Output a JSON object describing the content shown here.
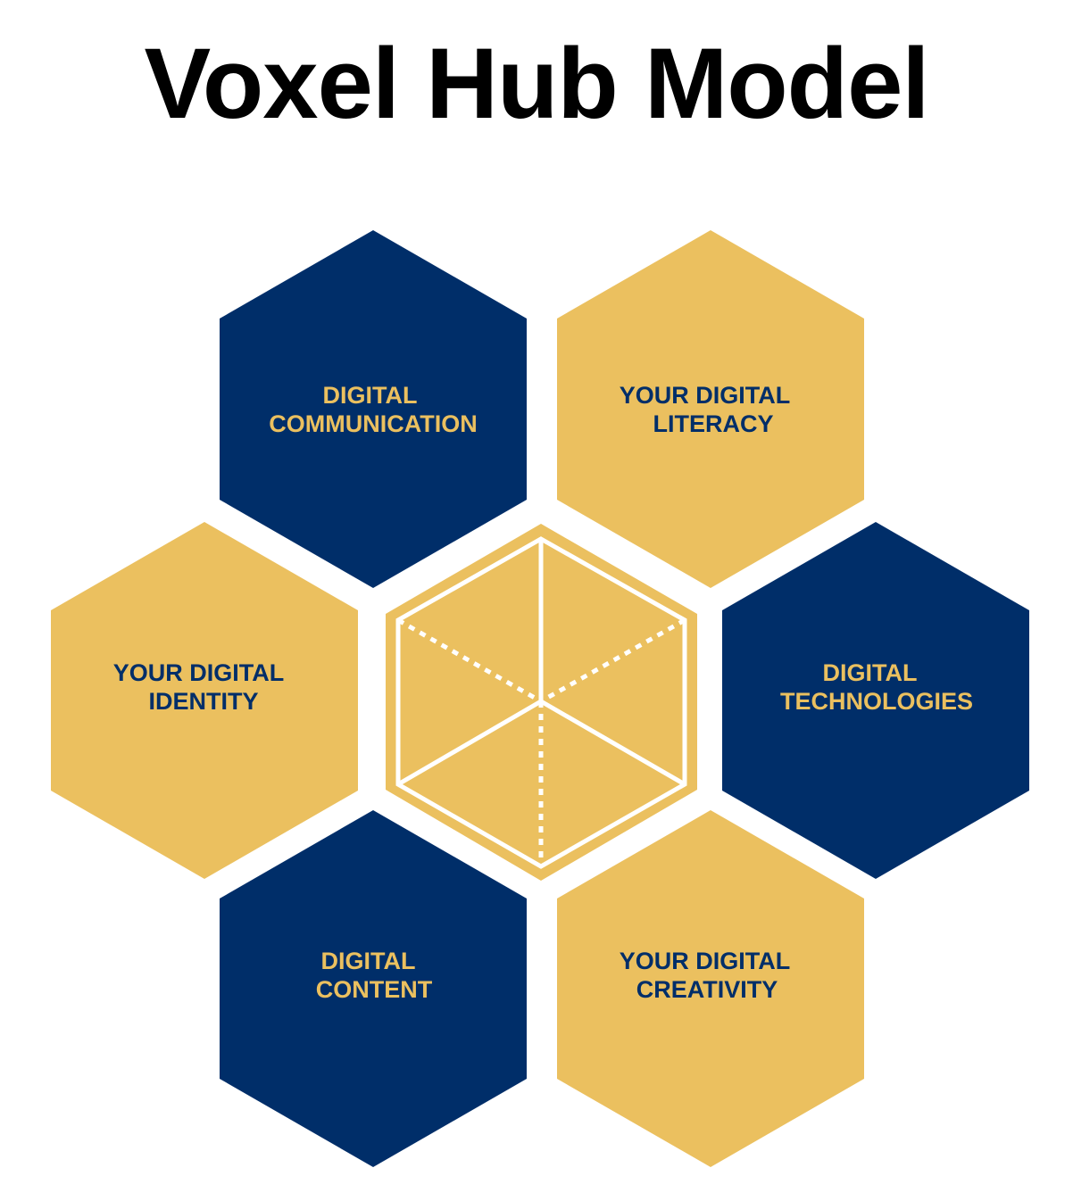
{
  "title": "Voxel Hub Model",
  "colors": {
    "navy": "#002e69",
    "gold": "#ebc05f",
    "center_lines": "#ffffff"
  },
  "hexagons": [
    {
      "id": "digital-communication",
      "line1": "DIGITAL",
      "line2": "COMMUNICATION",
      "fill": "navy"
    },
    {
      "id": "your-digital-literacy",
      "line1": "YOUR DIGITAL",
      "line2": "LITERACY",
      "fill": "gold"
    },
    {
      "id": "your-digital-identity",
      "line1": "YOUR DIGITAL",
      "line2": "IDENTITY",
      "fill": "gold"
    },
    {
      "id": "digital-technologies",
      "line1": "DIGITAL",
      "line2": "TECHNOLOGIES",
      "fill": "navy"
    },
    {
      "id": "digital-content",
      "line1": "DIGITAL",
      "line2": "CONTENT",
      "fill": "navy"
    },
    {
      "id": "your-digital-creativity",
      "line1": "YOUR DIGITAL",
      "line2": "CREATIVITY",
      "fill": "gold"
    }
  ],
  "center": {
    "icon": "cube-icon",
    "fill": "gold"
  }
}
